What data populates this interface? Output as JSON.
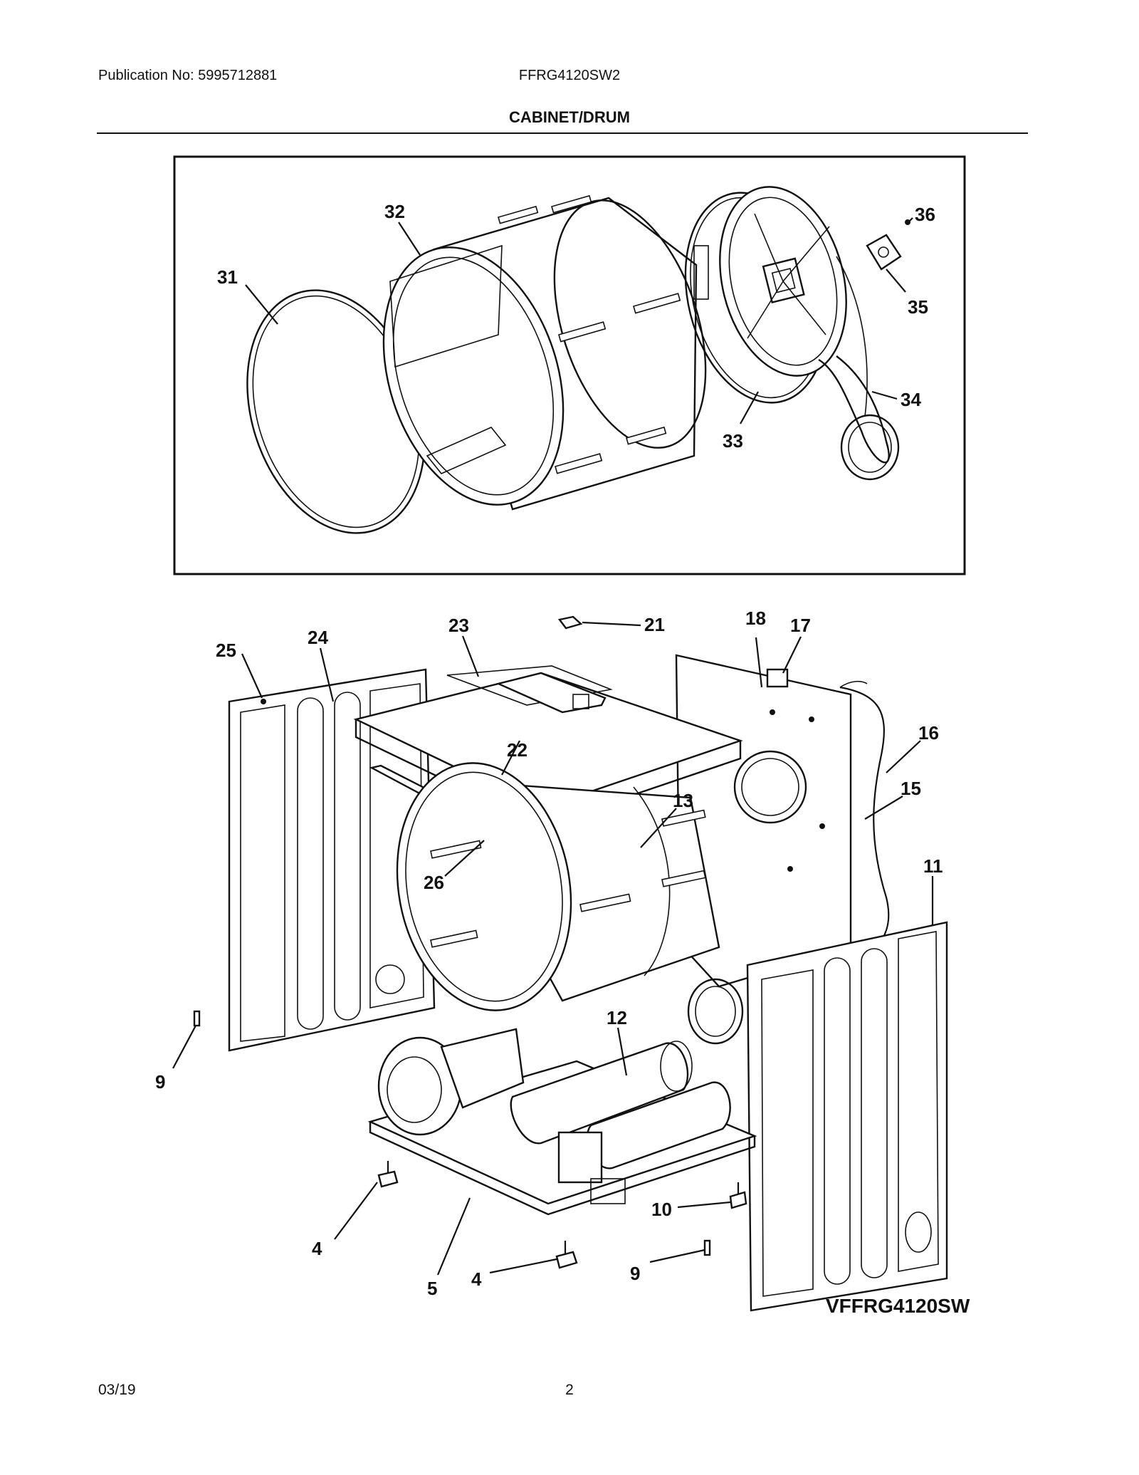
{
  "header": {
    "publication": "Publication No: 5995712881",
    "model": "FFRG4120SW2"
  },
  "section_title": "CABINET/DRUM",
  "footer": {
    "date": "03/19",
    "page": "2"
  },
  "model_tag": "VFFRG4120SW",
  "callouts": {
    "c31": "31",
    "c32": "32",
    "c33": "33",
    "c34": "34",
    "c35": "35",
    "c36": "36",
    "c25": "25",
    "c24": "24",
    "c23": "23",
    "c21": "21",
    "c18": "18",
    "c17": "17",
    "c16": "16",
    "c15": "15",
    "c22": "22",
    "c13": "13",
    "c26": "26",
    "c11": "11",
    "c12": "12",
    "c9a": "9",
    "c4a": "4",
    "c5": "5",
    "c10": "10",
    "c4b": "4",
    "c9b": "9"
  }
}
